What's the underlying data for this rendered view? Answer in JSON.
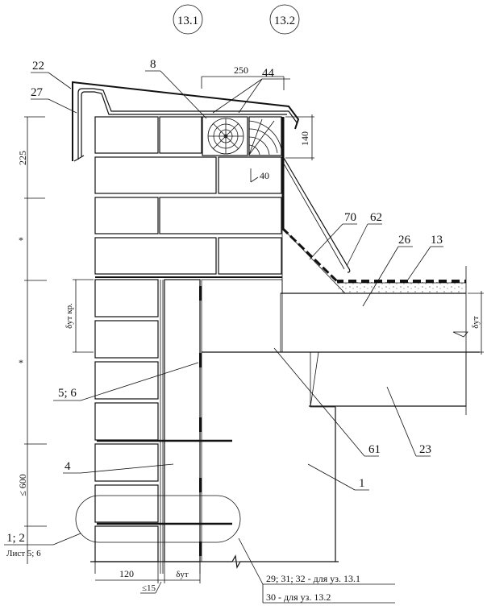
{
  "title": "Узел примыкания парапета к покрытию",
  "node_markers": [
    {
      "id": "node-13-1",
      "label": "13.1"
    },
    {
      "id": "node-13-2",
      "label": "13.2"
    }
  ],
  "callouts": {
    "c22": "22",
    "c27": "27",
    "c8": "8",
    "c44": "44",
    "c40": "40",
    "c70": "70",
    "c62": "62",
    "c26": "26",
    "c13": "13",
    "c5_6": "5; 6",
    "c61": "61",
    "c23": "23",
    "c1": "1",
    "c4": "4",
    "c1_2": "1; 2",
    "c1_2_sheet": "Лист 5; 6",
    "c29": "29; 31; 32 - для уз. 13.1",
    "c30": "30 - для уз. 13.2"
  },
  "dimensions": {
    "d250": "250",
    "d140": "140",
    "d225": "225",
    "star1": "*",
    "star2": "*",
    "d600": "≤ 600",
    "d120": "120",
    "d15": "≤15",
    "delta_ut": "δут",
    "delta_ut_right": "δут",
    "delta_ut_kr": "δут кр."
  },
  "colors": {
    "line": "#111111",
    "background": "#ffffff"
  }
}
